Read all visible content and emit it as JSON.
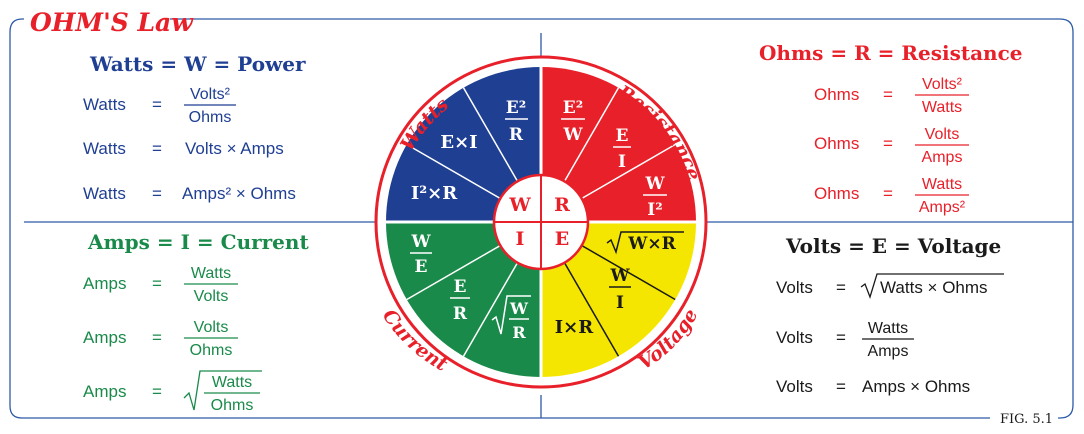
{
  "title": "OHM'S Law",
  "figure_label": "FIG. 5.1",
  "colors": {
    "blue": "#1f3f93",
    "red": "#e8202a",
    "green": "#1a8a4a",
    "yellow": "#f4e600",
    "title_red": "#e8202a",
    "black": "#1a1a1a",
    "frame": "#2f5aa8"
  },
  "watts": {
    "heading": "Watts = W = Power",
    "f1_left": "Watts",
    "f1_eq": "=",
    "f1_num": "Volts²",
    "f1_den": "Ohms",
    "f2_left": "Watts",
    "f2_eq": "=",
    "f2_right": "Volts × Amps",
    "f3_left": "Watts",
    "f3_eq": "=",
    "f3_right": "Amps² × Ohms"
  },
  "amps": {
    "heading": "Amps = I = Current",
    "f1_left": "Amps",
    "f1_eq": "=",
    "f1_num": "Watts",
    "f1_den": "Volts",
    "f2_left": "Amps",
    "f2_eq": "=",
    "f2_num": "Volts",
    "f2_den": "Ohms",
    "f3_left": "Amps",
    "f3_eq": "=",
    "f3_num": "Watts",
    "f3_den": "Ohms"
  },
  "ohms": {
    "heading": "Ohms = R = Resistance",
    "f1_left": "Ohms",
    "f1_eq": "=",
    "f1_num": "Volts²",
    "f1_den": "Watts",
    "f2_left": "Ohms",
    "f2_eq": "=",
    "f2_num": "Volts",
    "f2_den": "Amps",
    "f3_left": "Ohms",
    "f3_eq": "=",
    "f3_num": "Watts",
    "f3_den": "Amps²"
  },
  "volts": {
    "heading": "Volts = E = Voltage",
    "f1_left": "Volts",
    "f1_eq": "=",
    "f1_right": "Watts × Ohms",
    "f2_left": "Volts",
    "f2_eq": "=",
    "f2_num": "Watts",
    "f2_den": "Amps",
    "f3_left": "Volts",
    "f3_eq": "=",
    "f3_right": "Amps × Ohms"
  },
  "wheel": {
    "center": {
      "w": "W",
      "r": "R",
      "i": "I",
      "e": "E"
    },
    "arc_labels": {
      "watts": "Watts",
      "resistance": "Resistance",
      "current": "Current",
      "voltage": "Voltage"
    },
    "blue": {
      "a_num": "E²",
      "a_den": "R",
      "b_text": "E×I",
      "c_text": "I²×R"
    },
    "red": {
      "a_num": "E²",
      "a_den": "W",
      "b_num": "E",
      "b_den": "I",
      "c_num": "W",
      "c_den": "I²"
    },
    "green": {
      "a_num": "W",
      "a_den": "E",
      "b_num": "E",
      "b_den": "R",
      "c_num": "W",
      "c_den": "R"
    },
    "yellow": {
      "a_text": "W×R",
      "b_num": "W",
      "b_den": "I",
      "c_text": "I×R"
    }
  }
}
